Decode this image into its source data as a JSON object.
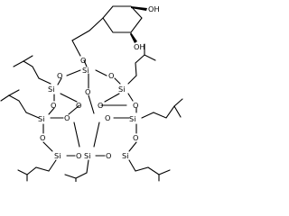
{
  "structure": {
    "labels": {
      "oh1": "OH",
      "oh2": "OH",
      "si": "Si",
      "o": "O"
    }
  }
}
